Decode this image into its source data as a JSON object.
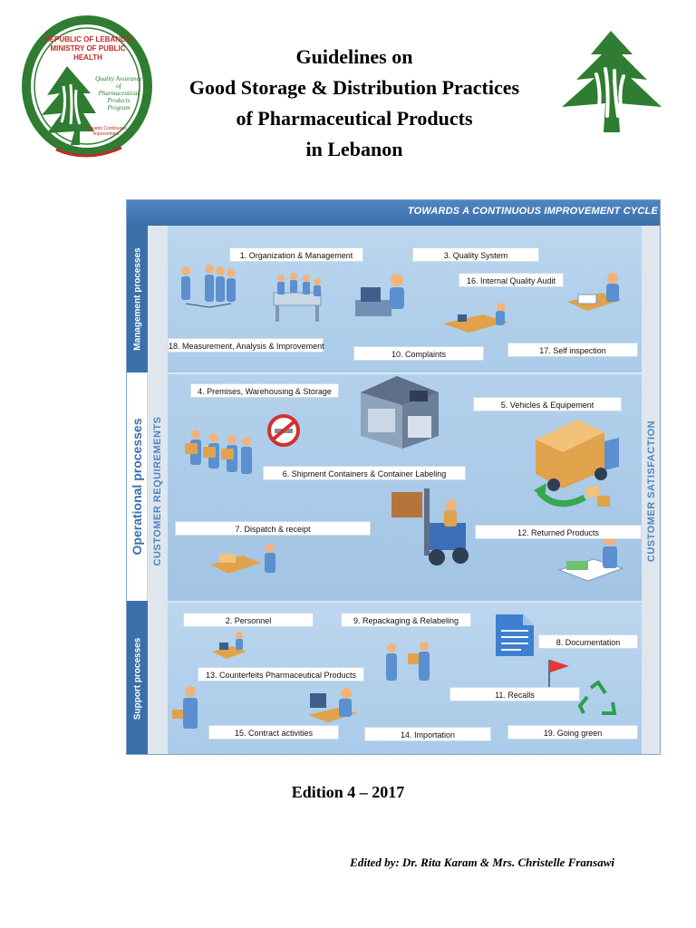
{
  "header": {
    "title_lines": [
      "Guidelines on",
      "Good Storage & Distribution Practices",
      "of Pharmaceutical Products",
      "in Lebanon"
    ]
  },
  "seal": {
    "arc_top": "REPUBLIC OF LEBANON",
    "arc_sub": "MINISTRY OF PUBLIC HEALTH",
    "inner_lines": [
      "Quality Assurance",
      "of",
      "Pharmaceutical Products",
      "Program"
    ],
    "bottom_lines": [
      "Towards Continuous",
      "Improvement"
    ]
  },
  "diagram": {
    "banner": "TOWARDS A CONTINUOUS IMPROVEMENT CYCLE",
    "bands": {
      "management": "Management processes",
      "operational": "Operational processes",
      "support": "Support processes"
    },
    "left_bar": "CUSTOMER REQUIREMENTS",
    "right_bar": "CUSTOMER SATISFACTION",
    "boxes": [
      "1. Organization & Management",
      "3. Quality System",
      "16. Internal Quality Audit",
      "18. Measurement, Analysis & Improvement",
      "10. Complaints",
      "17. Self inspection",
      "4. Premises, Warehousing & Storage",
      "5. Vehicles & Equipement",
      "6. Shipment Containers & Container Labeling",
      "7. Dispatch & receipt",
      "12. Returned Products",
      "2. Personnel",
      "9. Repackaging & Relabeling",
      "8. Documentation",
      "13. Counterfeits Pharmaceutical Products",
      "11. Recalls",
      "15. Contract activities",
      "14. Importation",
      "19. Going green"
    ]
  },
  "footer": {
    "edition": "Edition 4 – 2017",
    "edited_by": "Edited by: Dr. Rita Karam & Mrs. Christelle Fransawi"
  },
  "colors": {
    "accent_blue": "#3a6fa9",
    "panel_blue": "#a9cbe9",
    "seal_green": "#2e7d32",
    "seal_red": "#c62828"
  }
}
